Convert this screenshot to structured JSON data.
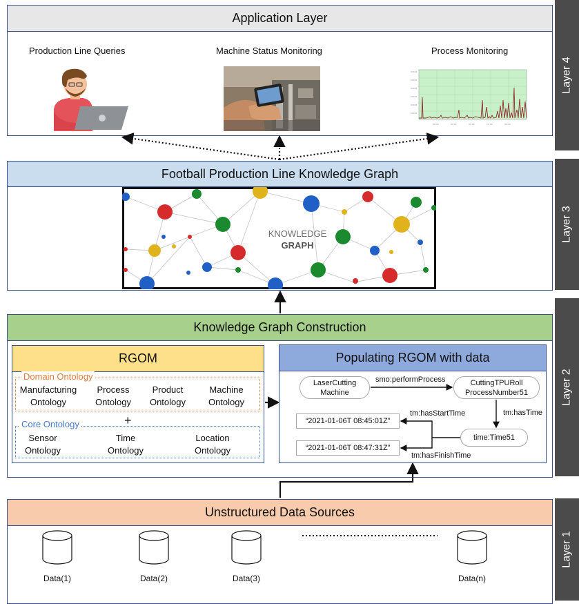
{
  "layers": {
    "layer4": "Layer 4",
    "layer3": "Layer 3",
    "layer2": "Layer 2",
    "layer1": "Layer 1"
  },
  "application": {
    "title": "Application Layer",
    "items": [
      {
        "label": "Production Line Queries",
        "icon": "person-laptop-icon"
      },
      {
        "label": "Machine Status Monitoring",
        "icon": "tablet-factory-photo"
      },
      {
        "label": "Process Monitoring",
        "icon": "time-series-chart-icon"
      }
    ]
  },
  "knowledge_graph": {
    "title": "Football Production Line Knowledge Graph",
    "image_text_1": "KNOWLEDGE",
    "image_text_2": "GRAPH",
    "colors": [
      "#1f5fc6",
      "#d62b2b",
      "#1b8a2e",
      "#e0b21c"
    ]
  },
  "construction": {
    "title": "Knowledge Graph Construction",
    "rgom": {
      "title": "RGOM",
      "domain_label": "Domain Ontology",
      "domain_items": [
        [
          "Manufacturing",
          "Ontology"
        ],
        [
          "Process",
          "Ontology"
        ],
        [
          "Product",
          "Ontology"
        ],
        [
          "Machine",
          "Ontology"
        ]
      ],
      "plus": "+",
      "core_label": "Core Ontology",
      "core_items": [
        [
          "Sensor",
          "Ontology"
        ],
        [
          "Time",
          "Ontology"
        ],
        [
          "Location",
          "Ontology"
        ]
      ]
    },
    "populating": {
      "title": "Populating RGOM with data",
      "node_machine": [
        "LaserCutting",
        "Machine"
      ],
      "node_process": [
        "CuttingTPURoll",
        "ProcessNumber51"
      ],
      "node_time": "time:Time51",
      "lit_start": "“2021-01-06T 08:45:01Z”",
      "lit_finish": "“2021-01-06T 08:47:31Z”",
      "edge_perform": "smo:performProcess",
      "edge_hastime": "tm:hasTime",
      "edge_start": "tm:hasStartTime",
      "edge_finish": "tm:hasFinishTime"
    }
  },
  "sources": {
    "title": "Unstructured Data Sources",
    "items": [
      "Data(1)",
      "Data(2)",
      "Data(3)",
      "Data(n)"
    ]
  },
  "colors": {
    "border": "#3b4f8f",
    "app_header": "#e7e7e7",
    "kg_header": "#c9ddef",
    "kgc_header": "#a8d08d",
    "rgom_header": "#ffe08a",
    "pop_header": "#8ea9db",
    "src_header": "#f8cbad",
    "domain": "#e07b39",
    "core": "#4a78c8"
  }
}
